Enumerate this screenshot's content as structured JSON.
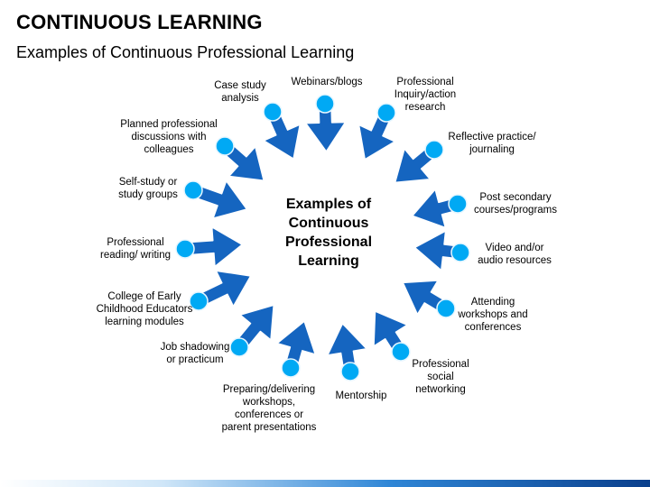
{
  "header": {
    "title": "CONTINUOUS LEARNING",
    "subtitle": "Examples of Continuous Professional Learning"
  },
  "center": {
    "label": "Examples of\nContinuous\nProfessional\nLearning"
  },
  "colors": {
    "arrow": "#1565c0",
    "arrow_stroke": "#ffffff",
    "dot": "#00a9f4",
    "dot_stroke": "#e6f6ff",
    "bottom_bar": "#0a3f8c"
  },
  "items": [
    {
      "label": "Case study\nanalysis"
    },
    {
      "label": "Webinars/blogs"
    },
    {
      "label": "Professional\nInquiry/action\nresearch"
    },
    {
      "label": "Reflective practice/\njournaling"
    },
    {
      "label": "Post secondary\ncourses/programs"
    },
    {
      "label": "Video and/or\naudio resources"
    },
    {
      "label": "Attending\nworkshops and\nconferences"
    },
    {
      "label": "Professional\nsocial\nnetworking"
    },
    {
      "label": "Mentorship"
    },
    {
      "label": "Preparing/delivering\nworkshops,\nconferences or\nparent presentations"
    },
    {
      "label": "Job shadowing\nor practicum"
    },
    {
      "label": "College of Early\nChildhood Educators\nlearning modules"
    },
    {
      "label": "Professional\nreading/ writing"
    },
    {
      "label": "Self-study or\nstudy groups"
    },
    {
      "label": "Planned professional\ndiscussions with\ncolleagues"
    }
  ]
}
